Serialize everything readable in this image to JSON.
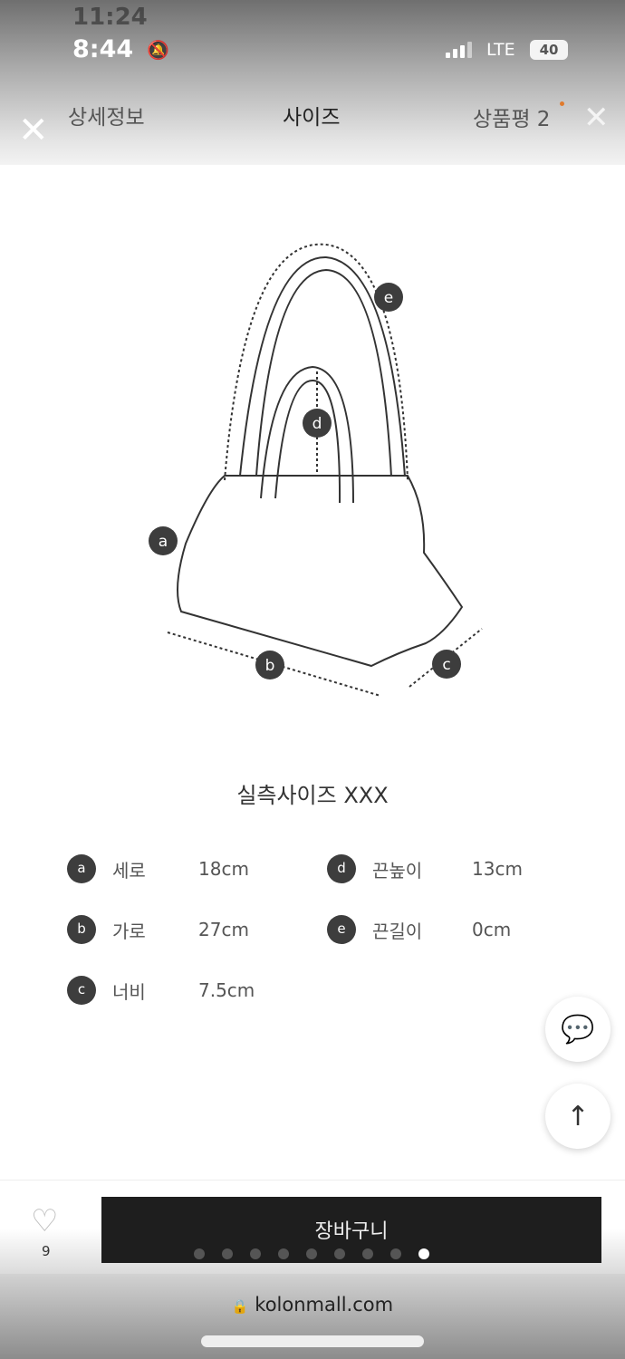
{
  "status": {
    "time": "8:44",
    "ghost_time": "11:24",
    "network": "LTE",
    "battery": "40"
  },
  "tabs": [
    {
      "label": "상세정보"
    },
    {
      "label": "사이즈",
      "active": true
    },
    {
      "label": "상품평 2"
    }
  ],
  "diagram": {
    "markers": [
      "a",
      "b",
      "c",
      "d",
      "e"
    ]
  },
  "size": {
    "title": "실측사이즈 XXX",
    "rows": [
      {
        "key": "a",
        "label": "세로",
        "value": "18cm"
      },
      {
        "key": "b",
        "label": "가로",
        "value": "27cm"
      },
      {
        "key": "c",
        "label": "너비",
        "value": "7.5cm"
      },
      {
        "key": "d",
        "label": "끈높이",
        "value": "13cm"
      },
      {
        "key": "e",
        "label": "끈길이",
        "value": "0cm"
      }
    ]
  },
  "bottom": {
    "like_count": "9",
    "cart_label": "장바구니",
    "pager_total": 9,
    "pager_active": 9
  },
  "browser": {
    "url": "kolonmall.com"
  }
}
